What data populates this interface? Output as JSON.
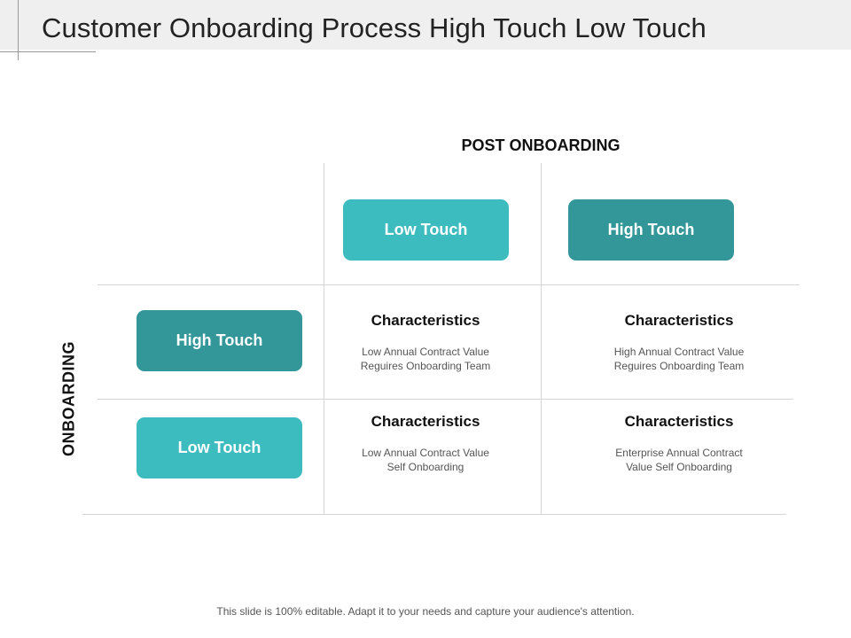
{
  "slide": {
    "title": "Customer Onboarding Process High Touch Low Touch",
    "footer": "This slide is 100% editable. Adapt it to your needs and capture your audience's attention."
  },
  "matrix": {
    "column_header": "POST ONBOARDING",
    "row_header": "ONBOARDING",
    "columns": [
      "Low Touch",
      "High Touch"
    ],
    "rows": [
      "High Touch",
      "Low Touch"
    ],
    "cells": [
      [
        {
          "title": "Characteristics",
          "line1": "Low Annual Contract Value",
          "line2": "Reguires Onboarding Team"
        },
        {
          "title": "Characteristics",
          "line1": "High Annual Contract Value",
          "line2": "Reguires Onboarding Team"
        }
      ],
      [
        {
          "title": "Characteristics",
          "line1": "Low Annual Contract Value",
          "line2": "Self  Onboarding"
        },
        {
          "title": "Characteristics",
          "line1": "Enterprise Annual Contract",
          "line2": "Value Self Onboarding"
        }
      ]
    ]
  },
  "colors": {
    "light_teal": "#3dbcbf",
    "dark_teal": "#339699"
  }
}
